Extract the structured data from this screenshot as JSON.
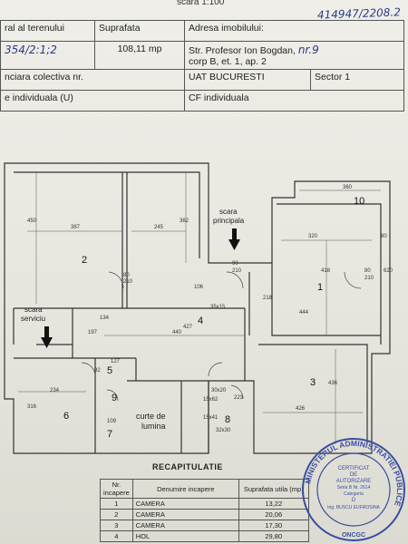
{
  "header": {
    "scale": "scara 1:100",
    "ref_handwritten": "414947/2208.2",
    "col1_label": "ral al terenului",
    "col1_value": "354/2:1;2",
    "col2_label": "Suprafata",
    "col2_value": "108,11 mp",
    "col3_label": "Adresa imobilului:",
    "address_line1": "Str. Profesor Ion Bogdan,",
    "address_nr": "nr.9",
    "address_line2": "corp B, et. 1, ap. 2",
    "row3_label": "nciara colectiva nr.",
    "uat": "UAT  BUCURESTI",
    "sector": "Sector  1",
    "row4_label": "e individuala (U)",
    "cf": "CF individuala"
  },
  "plan": {
    "room_labels": [
      "1",
      "2",
      "3",
      "4",
      "5",
      "6",
      "7",
      "8",
      "9",
      "10"
    ],
    "scara_principala": [
      "scara",
      "principala"
    ],
    "scara_serviciu": [
      "scara",
      "serviciu"
    ],
    "curte": [
      "curte de",
      "lumina"
    ],
    "dims": [
      "387",
      "245",
      "450",
      "362",
      "320",
      "418",
      "360",
      "80",
      "620",
      "80",
      "210",
      "90",
      "210",
      "106",
      "444",
      "440",
      "427",
      "134",
      "197",
      "80",
      "210",
      "92",
      "127",
      "234",
      "316",
      "109",
      "426",
      "436",
      "30x20",
      "15x62",
      "15x41",
      "32x30",
      "223",
      "218",
      "35x15"
    ]
  },
  "recap": {
    "title": "RECAPITULATIE",
    "headers": [
      "Nr. incapere",
      "Denumire incapere",
      "Suprafata utila (mp)"
    ],
    "rows": [
      [
        "1",
        "CAMERA",
        "13,22"
      ],
      [
        "2",
        "CAMERA",
        "20,06"
      ],
      [
        "3",
        "CAMERA",
        "17,30"
      ],
      [
        "4",
        "HOL",
        "29,80"
      ]
    ]
  },
  "seal": {
    "ring_text": "MINISTERUL ADMINISTRATIEI PUBLICE",
    "inner": [
      "CERTIFICAT",
      "DE",
      "AUTORIZARE",
      "Seria B Nr. 2614",
      "Categoria",
      "D",
      "Ing. BUSCU EUFROSINA"
    ],
    "bottom": "ONCGC"
  }
}
